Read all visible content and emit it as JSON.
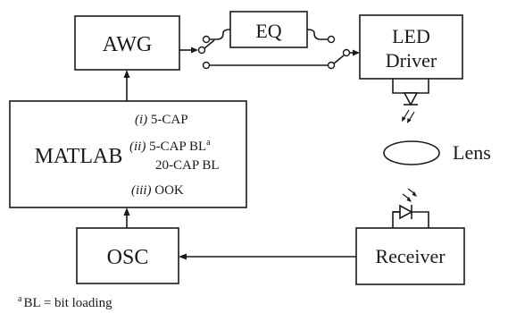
{
  "blocks": {
    "awg": "AWG",
    "eq": "EQ",
    "led_driver_line1": "LED",
    "led_driver_line2": "Driver",
    "matlab": "MATLAB",
    "osc": "OSC",
    "receiver": "Receiver",
    "lens": "Lens"
  },
  "schemes": [
    {
      "marker": "(i)",
      "text": "5-CAP",
      "superscript": ""
    },
    {
      "marker": "(ii)",
      "text": "5-CAP BL",
      "superscript": "a"
    },
    {
      "marker": "",
      "text": "20-CAP BL",
      "superscript": ""
    },
    {
      "marker": "(iii)",
      "text": "OOK",
      "superscript": ""
    }
  ],
  "footnote": {
    "marker": "a",
    "text": "BL = bit loading"
  }
}
